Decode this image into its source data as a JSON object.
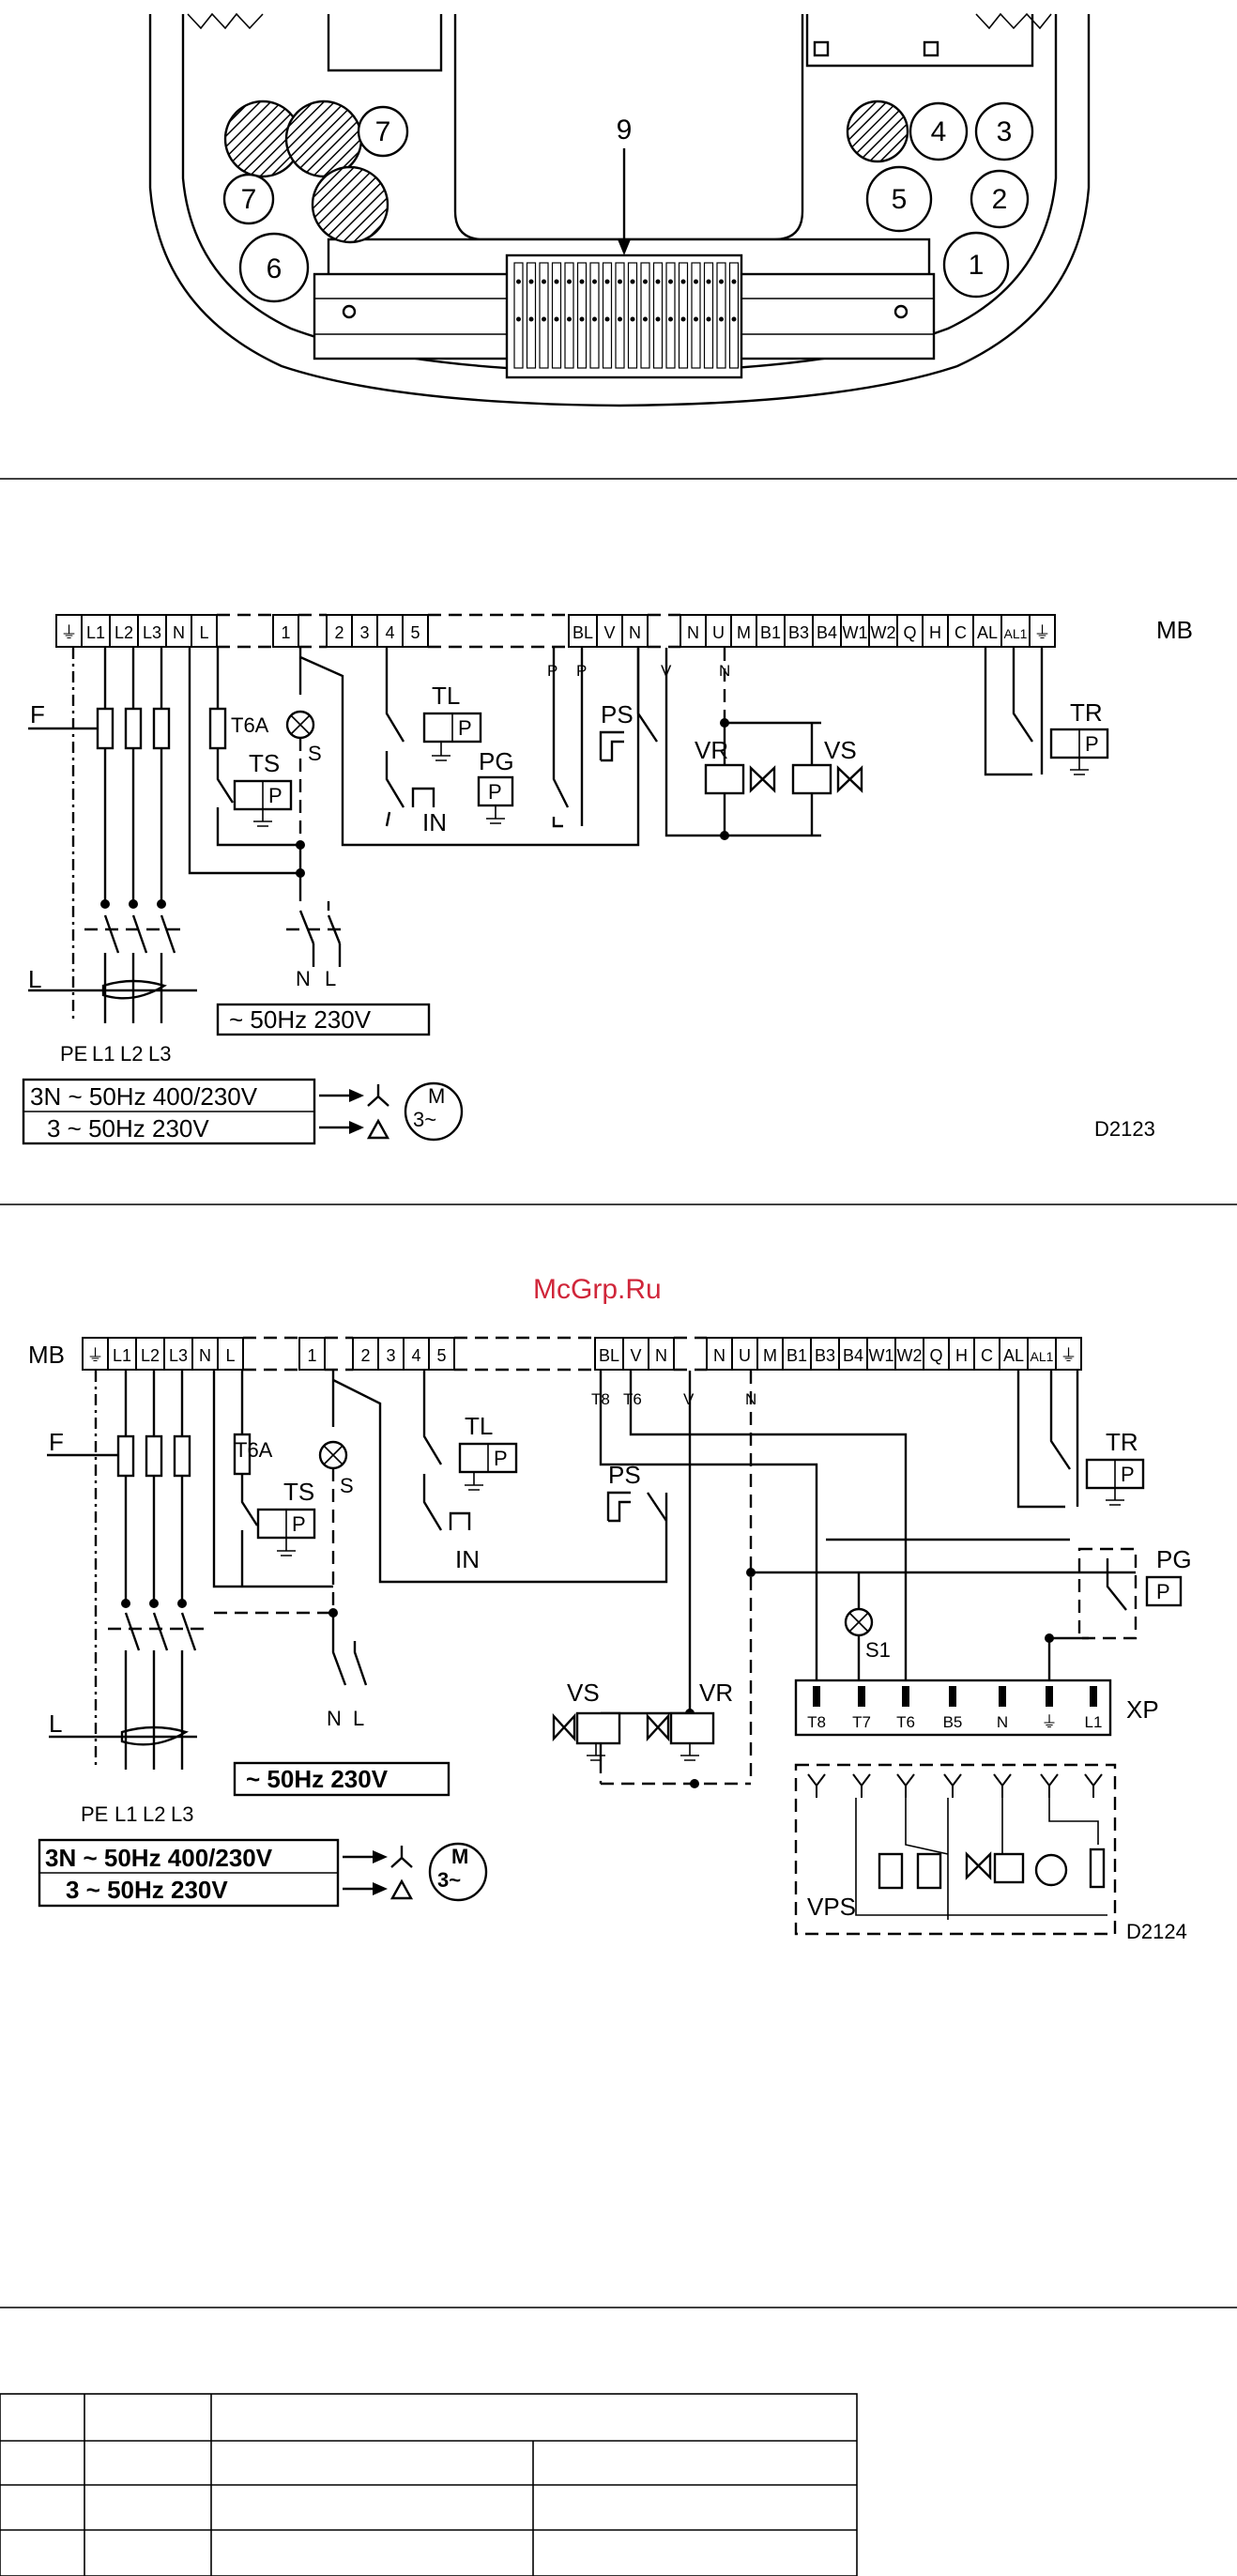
{
  "figure_top": {
    "callout": "9",
    "glands_left": [
      "7",
      "7",
      "6"
    ],
    "glands_right": [
      "4",
      "3",
      "5",
      "2",
      "1"
    ]
  },
  "diagram_d2123": {
    "code": "D2123",
    "mb_label": "MB",
    "terminals": [
      "⏚",
      "L1",
      "L2",
      "L3",
      "N",
      "L",
      "1",
      "2",
      "3",
      "4",
      "5",
      "BL",
      "V",
      "N",
      "N",
      "U",
      "M",
      "B1",
      "B3",
      "B4",
      "W1",
      "W2",
      "Q",
      "H",
      "C",
      "AL",
      "AL1",
      "⏚"
    ],
    "wire_tags": [
      "P",
      "P",
      "V",
      "N"
    ],
    "components": {
      "F": "F",
      "T6A": "T6A",
      "S": "S",
      "TS": "TS",
      "TL": "TL",
      "PG": "PG",
      "IN": "IN",
      "PS": "PS",
      "VR": "VR",
      "VS": "VS",
      "TR": "TR",
      "P": "P",
      "L": "L"
    },
    "supply_labels": [
      "PE",
      "L1",
      "L2",
      "L3"
    ],
    "switch_labels": [
      "N",
      "L"
    ],
    "single_phase": "~ 50Hz  230V",
    "three_phase": [
      "3N ~ 50Hz  400/230V",
      "3 ~ 50Hz  230V"
    ],
    "motor": "3~",
    "motor_symbol": "M"
  },
  "watermark": "McGrp.Ru",
  "diagram_d2124": {
    "code": "D2124",
    "mb_label": "MB",
    "terminals": [
      "⏚",
      "L1",
      "L2",
      "L3",
      "N",
      "L",
      "1",
      "2",
      "3",
      "4",
      "5",
      "BL",
      "V",
      "N",
      "N",
      "U",
      "M",
      "B1",
      "B3",
      "B4",
      "W1",
      "W2",
      "Q",
      "H",
      "C",
      "AL",
      "AL1",
      "⏚"
    ],
    "wire_tags": [
      "T8",
      "T6",
      "V",
      "N"
    ],
    "components": {
      "F": "F",
      "T6A": "T6A",
      "S": "S",
      "TS": "TS",
      "TL": "TL",
      "IN": "IN",
      "PS": "PS",
      "VS": "VS",
      "VR": "VR",
      "TR": "TR",
      "PG": "PG",
      "S1": "S1",
      "XP": "XP",
      "VPS": "VPS",
      "P": "P",
      "L": "L"
    },
    "xp_pins": [
      "T8",
      "T7",
      "T6",
      "B5",
      "N",
      "⏚",
      "L1"
    ],
    "supply_labels": [
      "PE",
      "L1",
      "L2",
      "L3"
    ],
    "switch_labels": [
      "N",
      "L"
    ],
    "single_phase": "~ 50Hz  230V",
    "three_phase": [
      "3N ~ 50Hz  400/230V",
      "3 ~ 50Hz  230V"
    ],
    "motor": "3~",
    "motor_symbol": "M"
  }
}
